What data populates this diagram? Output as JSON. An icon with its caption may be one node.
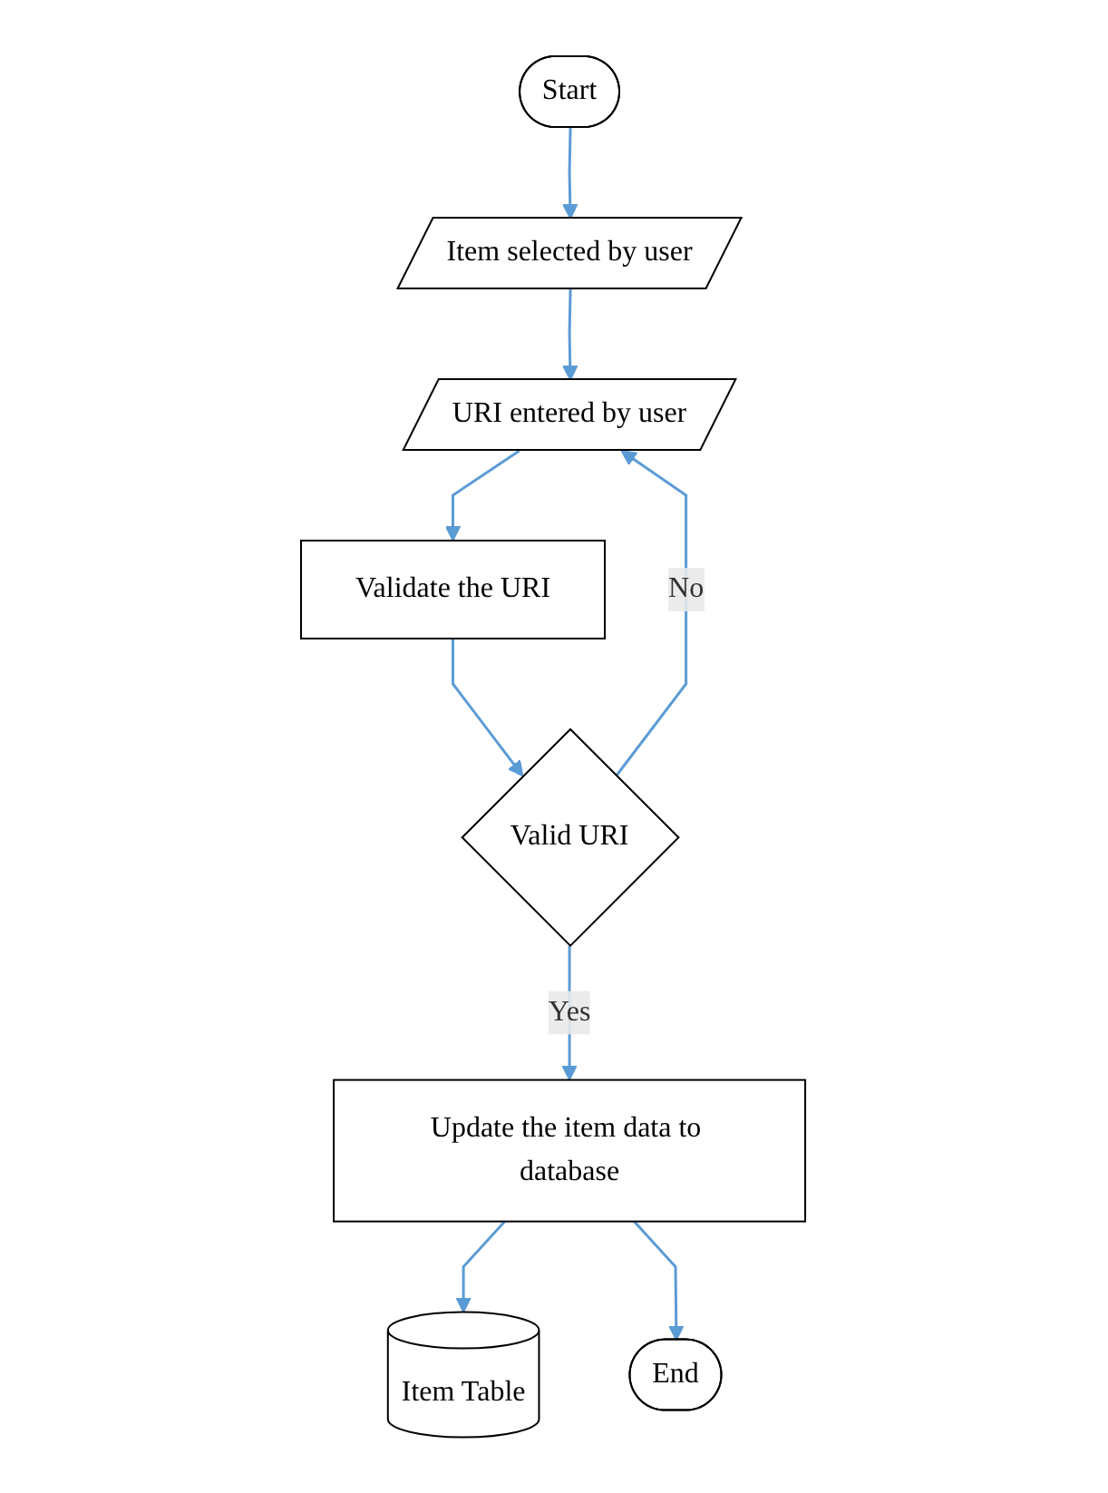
{
  "diagram": {
    "nodes": [
      {
        "text": [
          "Start"
        ]
      },
      {
        "text": [
          "Item selected by user"
        ]
      },
      {
        "text": [
          "URI entered by user"
        ]
      },
      {
        "text": [
          "Validate the URI"
        ]
      },
      {
        "text": [
          "Valid URI"
        ]
      },
      {
        "text": [
          "Update the item data to database"
        ]
      },
      {
        "text": [
          "Item Table"
        ]
      },
      {
        "text": [
          "End"
        ]
      }
    ],
    "edges": [
      {
        "from": 0,
        "to": 1,
        "arrow": "to"
      },
      {
        "from": 1,
        "to": 2,
        "arrow": "to"
      },
      {
        "from": 2,
        "to": 3,
        "arrow": "to"
      },
      {
        "from": 3,
        "to": 4,
        "arrow": "to"
      },
      {
        "from": 4,
        "to": 2,
        "arrow": "to",
        "label": "No"
      },
      {
        "from": 4,
        "to": 5,
        "arrow": "to",
        "label": "Yes"
      },
      {
        "from": 5,
        "to": 6,
        "arrow": "to"
      },
      {
        "from": 5,
        "to": 7,
        "arrow": "to"
      }
    ]
  }
}
